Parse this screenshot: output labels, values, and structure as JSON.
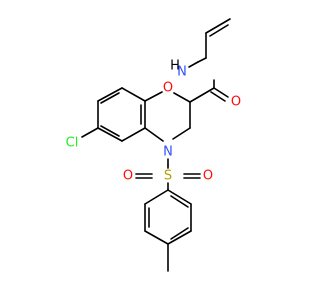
{
  "colors": {
    "bond": "#000000",
    "O": "#ff0d0d",
    "N": "#3050f8",
    "Cl": "#1ff01f",
    "S": "#b2a100",
    "background": "#ffffff"
  },
  "atoms": {
    "o_ring": "O",
    "o_amide": "O",
    "n_amide": "N",
    "h_amide": "H",
    "n_ring": "N",
    "cl": "Cl",
    "s": "S",
    "o_sulf_left": "O",
    "o_sulf_right": "O"
  }
}
